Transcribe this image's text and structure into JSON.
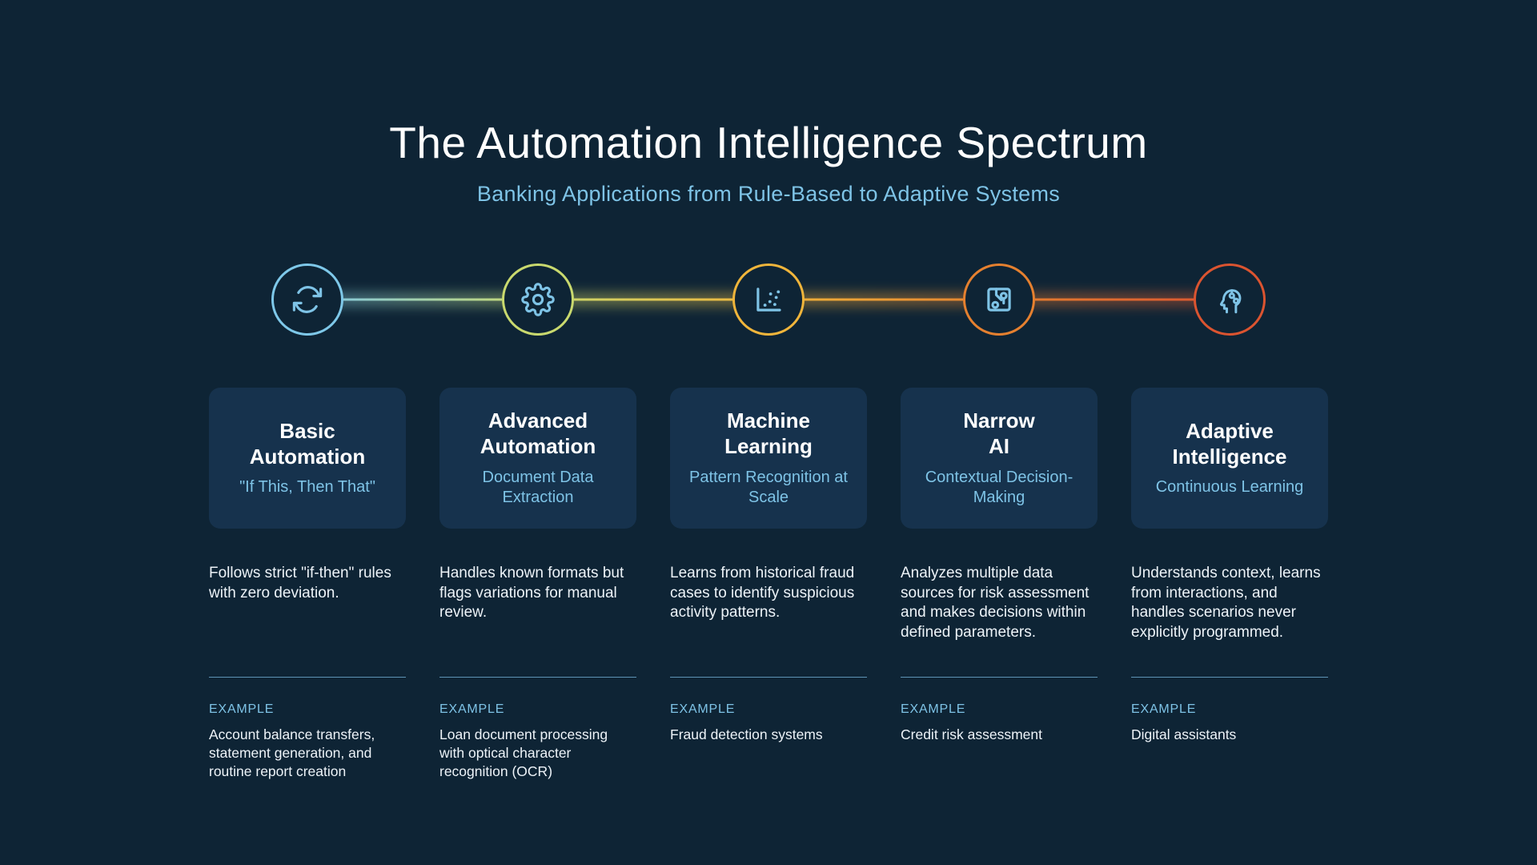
{
  "header": {
    "title": "The Automation Intelligence Spectrum",
    "subtitle": "Banking Applications from Rule-Based to Adaptive Systems"
  },
  "colors": {
    "background": "#0E2435",
    "card_background": "#16324D",
    "heading_text": "#FFFFFF",
    "body_text": "#EDF3F8",
    "accent_blue": "#7EC3E6",
    "divider": "#5E93B5"
  },
  "timeline": {
    "gradient": [
      "#7EC8E9",
      "#C9D96E",
      "#F0B53B",
      "#E5802F",
      "#DB5430"
    ]
  },
  "labels": {
    "example": "EXAMPLE"
  },
  "stages": [
    {
      "icon": "sync-icon",
      "ring_color": "#7EC8E9",
      "title_line1": "Basic",
      "title_line2": "Automation",
      "tagline": "\"If This, Then That\"",
      "description": "Follows strict \"if-then\" rules with zero deviation.",
      "example": "Account balance transfers, statement generation, and routine report creation"
    },
    {
      "icon": "gear-icon",
      "ring_color": "#C9D96E",
      "title_line1": "Advanced",
      "title_line2": "Automation",
      "tagline": "Document Data Extraction",
      "description": "Handles known formats but flags variations for manual review.",
      "example": "Loan document processing with optical character recognition (OCR)"
    },
    {
      "icon": "scatter-chart-icon",
      "ring_color": "#F0B53B",
      "title_line1": "Machine",
      "title_line2": "Learning",
      "tagline": "Pattern Recognition at Scale",
      "description": "Learns from historical fraud cases to identify suspicious activity patterns.",
      "example": "Fraud detection systems"
    },
    {
      "icon": "circuit-chip-icon",
      "ring_color": "#E5802F",
      "title_line1": "Narrow",
      "title_line2": "AI",
      "tagline": "Contextual Decision-Making",
      "description": "Analyzes multiple data sources for risk assessment and makes decisions within defined parameters.",
      "example": "Credit risk assessment"
    },
    {
      "icon": "ai-head-icon",
      "ring_color": "#DB5430",
      "title_line1": "Adaptive",
      "title_line2": "Intelligence",
      "tagline": "Continuous Learning",
      "description": "Understands context, learns from interactions, and handles scenarios never explicitly programmed.",
      "example": "Digital assistants"
    }
  ]
}
